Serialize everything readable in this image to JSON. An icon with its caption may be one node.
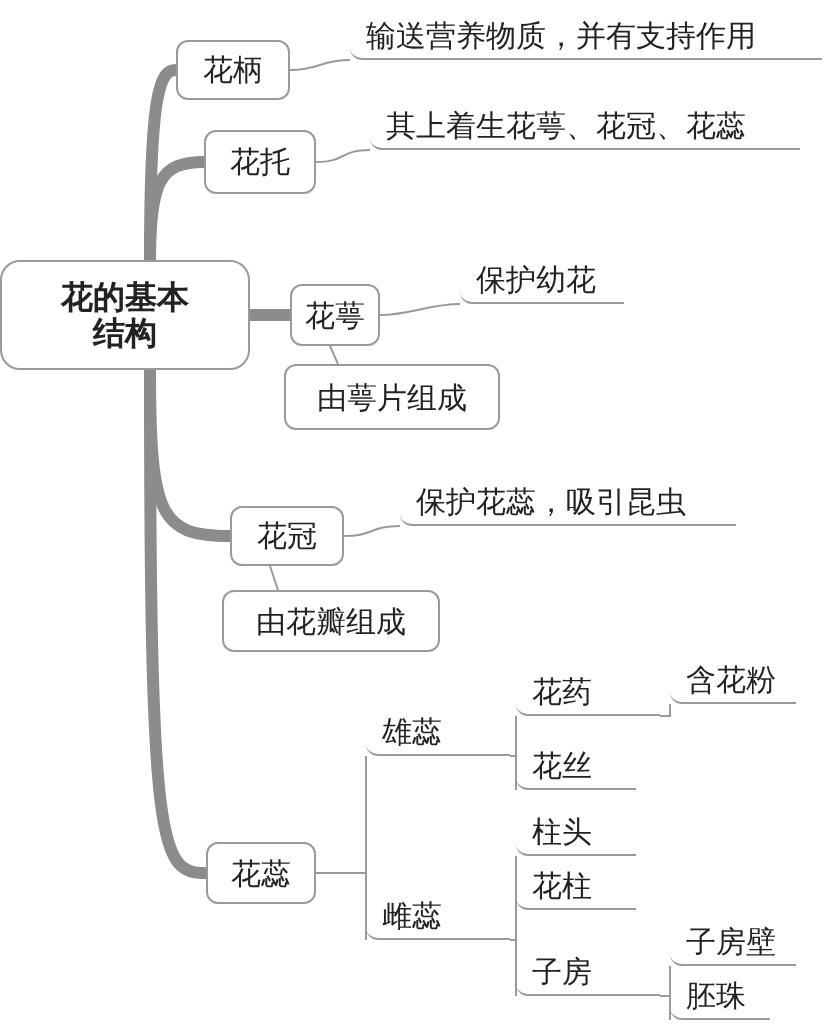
{
  "diagram": {
    "nodes": [
      {
        "text": [
          "花的基本结构"
        ]
      },
      {
        "text": [
          "花柄"
        ]
      },
      {
        "text": [
          "输送营养物质，并有支持作用"
        ]
      },
      {
        "text": [
          "花托"
        ]
      },
      {
        "text": [
          "其上着生花萼、花冠、花蕊"
        ]
      },
      {
        "text": [
          "花萼"
        ]
      },
      {
        "text": [
          "保护幼花"
        ]
      },
      {
        "text": [
          "由萼片组成"
        ]
      },
      {
        "text": [
          "花冠"
        ]
      },
      {
        "text": [
          "保护花蕊，吸引昆虫"
        ]
      },
      {
        "text": [
          "由花瓣组成"
        ]
      },
      {
        "text": [
          "花蕊"
        ]
      },
      {
        "text": [
          "雄蕊"
        ]
      },
      {
        "text": [
          "雌蕊"
        ]
      },
      {
        "text": [
          "花药"
        ]
      },
      {
        "text": [
          "含花粉"
        ]
      },
      {
        "text": [
          "花丝"
        ]
      },
      {
        "text": [
          "柱头"
        ]
      },
      {
        "text": [
          "花柱"
        ]
      },
      {
        "text": [
          "子房"
        ]
      },
      {
        "text": [
          "子房壁"
        ]
      },
      {
        "text": [
          "胚珠"
        ]
      }
    ],
    "edges": [
      {
        "from": 0,
        "to": 1,
        "arrow": "none",
        "style": "thick",
        "color": "#8c8c8c"
      },
      {
        "from": 0,
        "to": 3,
        "arrow": "none",
        "style": "thick",
        "color": "#8c8c8c"
      },
      {
        "from": 0,
        "to": 5,
        "arrow": "none",
        "style": "thick",
        "color": "#8c8c8c"
      },
      {
        "from": 0,
        "to": 8,
        "arrow": "none",
        "style": "thick",
        "color": "#8c8c8c"
      },
      {
        "from": 0,
        "to": 11,
        "arrow": "none",
        "style": "thick",
        "color": "#8c8c8c"
      },
      {
        "from": 1,
        "to": 2,
        "arrow": "none"
      },
      {
        "from": 3,
        "to": 4,
        "arrow": "none"
      },
      {
        "from": 5,
        "to": 6,
        "arrow": "none"
      },
      {
        "from": 5,
        "to": 7,
        "arrow": "none"
      },
      {
        "from": 8,
        "to": 9,
        "arrow": "none"
      },
      {
        "from": 8,
        "to": 10,
        "arrow": "none"
      },
      {
        "from": 11,
        "to": 12,
        "arrow": "none"
      },
      {
        "from": 11,
        "to": 13,
        "arrow": "none"
      },
      {
        "from": 12,
        "to": 14,
        "arrow": "none"
      },
      {
        "from": 12,
        "to": 16,
        "arrow": "none"
      },
      {
        "from": 14,
        "to": 15,
        "arrow": "none"
      },
      {
        "from": 13,
        "to": 17,
        "arrow": "none"
      },
      {
        "from": 13,
        "to": 18,
        "arrow": "none"
      },
      {
        "from": 13,
        "to": 19,
        "arrow": "none"
      },
      {
        "from": 19,
        "to": 20,
        "arrow": "none"
      },
      {
        "from": 19,
        "to": 21,
        "arrow": "none"
      }
    ]
  }
}
